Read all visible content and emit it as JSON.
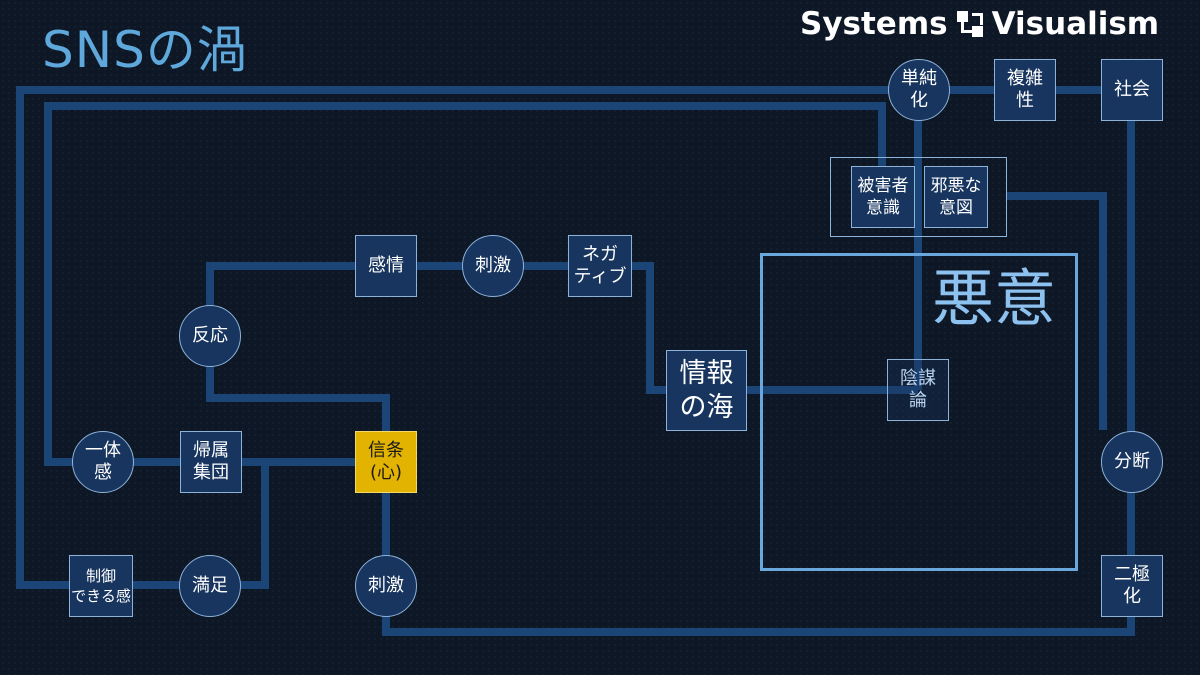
{
  "header": {
    "title": "SNSの渦",
    "brand_left": "Systems",
    "brand_right": "Visualism"
  },
  "big_box": {
    "label": "悪意"
  },
  "nodes": {
    "kanjou": "感情",
    "shigeki_top": "刺激",
    "negative": "ネガ\nティブ",
    "hannou": "反応",
    "jouhou": "情報\nの海",
    "inbou": "陰謀\n論",
    "ittaikan": "一体\n感",
    "kizoku": "帰属\n集団",
    "shinjou": "信条\n(心)",
    "bunkatsu": "分断",
    "seigyo": "制御\nできる感",
    "manzoku": "満足",
    "shigeki_bottom": "刺激",
    "nikyoku": "二極\n化",
    "tanjun": "単純\n化",
    "fukuzatsu": "複雑\n性",
    "shakai": "社会",
    "higaisha": "被害者\n意識",
    "jaaku": "邪悪な\n意図"
  },
  "colors": {
    "background": "#0d1726",
    "line": "#1c4577",
    "node_fill": "#17355e",
    "node_border": "#8db3d9",
    "highlight": "#e2b300",
    "title": "#5ea8dc",
    "big_box": "#6aa7dc"
  }
}
